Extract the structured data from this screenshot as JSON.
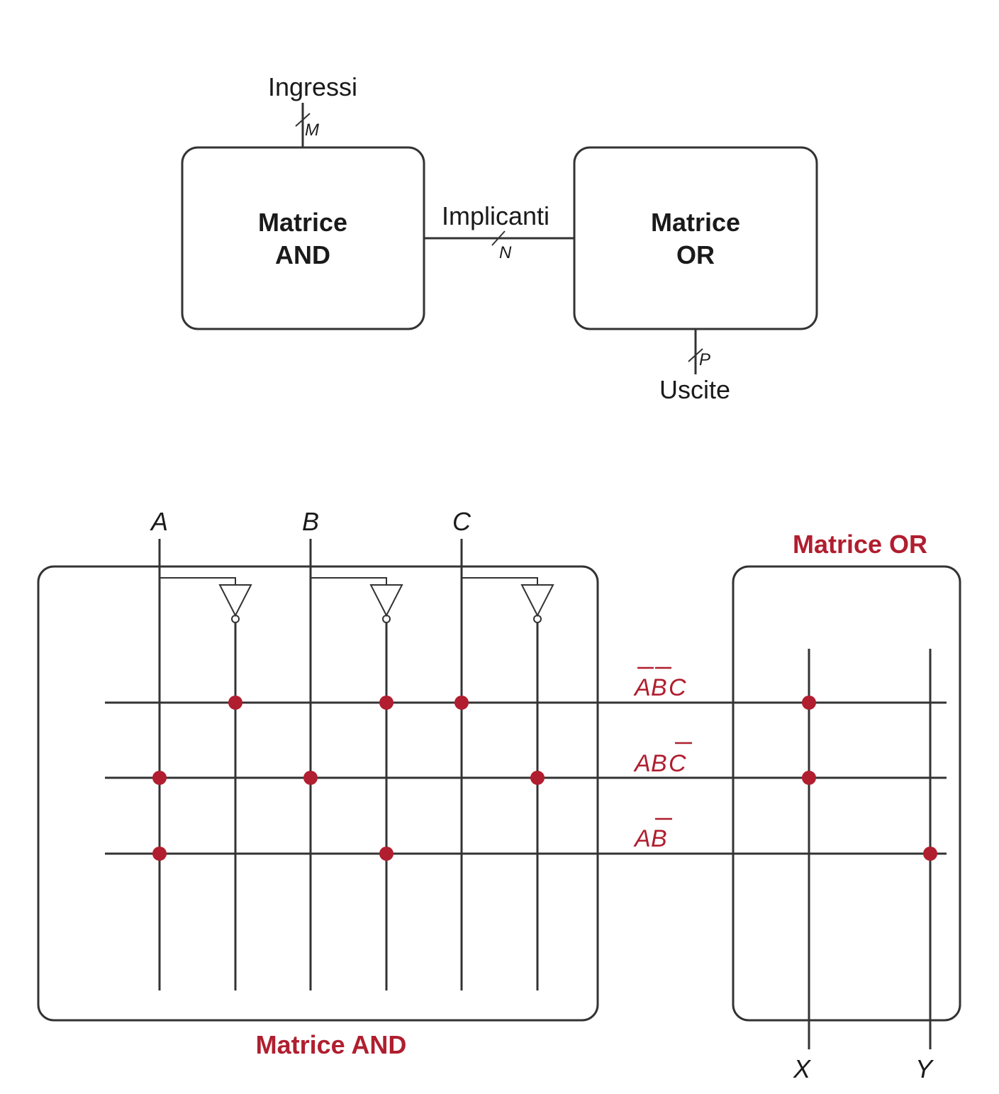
{
  "colors": {
    "line": "#333333",
    "accent": "#b01e2f",
    "text": "#1a1a1a"
  },
  "block": {
    "inputs_label": "Ingressi",
    "inputs_bus": "M",
    "and_title": [
      "Matrice",
      "AND"
    ],
    "implicants_label": "Implicanti",
    "implicants_bus": "N",
    "or_title": [
      "Matrice",
      "OR"
    ],
    "outputs_bus": "P",
    "outputs_label": "Uscite"
  },
  "pla": {
    "inputs": [
      "A",
      "B",
      "C"
    ],
    "outputs": [
      "X",
      "Y"
    ],
    "and_label": "Matrice AND",
    "or_label": "Matrice OR",
    "terms": [
      {
        "letters": [
          "A",
          "B",
          "C"
        ],
        "bars": [
          true,
          true,
          false
        ],
        "connections": [
          "A'",
          "B'",
          "C"
        ],
        "outputs": [
          "X"
        ]
      },
      {
        "letters": [
          "A",
          "B",
          "C"
        ],
        "bars": [
          false,
          false,
          true
        ],
        "connections": [
          "A",
          "B",
          "C'"
        ],
        "outputs": [
          "X"
        ]
      },
      {
        "letters": [
          "A",
          "B"
        ],
        "bars": [
          false,
          true
        ],
        "connections": [
          "A",
          "B'"
        ],
        "outputs": [
          "Y"
        ]
      }
    ]
  }
}
